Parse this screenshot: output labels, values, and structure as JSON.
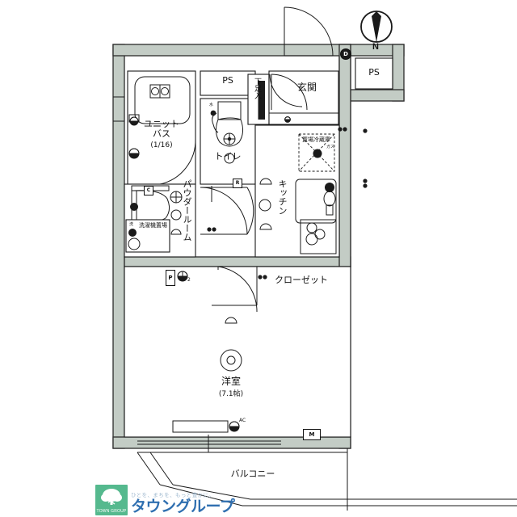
{
  "plan": {
    "compass": {
      "label": "N",
      "name": "north-compass"
    },
    "rooms": [
      {
        "id": "unit-bath",
        "label": "ユニット\nバス",
        "sub": "(1/16)"
      },
      {
        "id": "toilet",
        "label": "トイレ"
      },
      {
        "id": "ps-left",
        "label": "PS"
      },
      {
        "id": "ps-right",
        "label": "PS"
      },
      {
        "id": "shoe-cabinet",
        "label": "下足入"
      },
      {
        "id": "entrance",
        "label": "玄関"
      },
      {
        "id": "powder-room",
        "label": "パウダールーム"
      },
      {
        "id": "kitchen",
        "label": "キッチン"
      },
      {
        "id": "refrigerator-space",
        "label": "置場冷蔵庫"
      },
      {
        "id": "washer-space",
        "label": "洗濯機置場"
      },
      {
        "id": "closet",
        "label": "クローゼット"
      },
      {
        "id": "main-room",
        "label": "洋室",
        "sub": "(7.1帖)"
      },
      {
        "id": "balcony",
        "label": "バルコニー"
      }
    ],
    "markers": [
      {
        "id": "meter-box",
        "label": "M"
      },
      {
        "id": "panel-box",
        "label": "P"
      },
      {
        "id": "ac-outlet",
        "label": "AC"
      },
      {
        "id": "doorbell",
        "label": "D"
      },
      {
        "id": "switch-c",
        "label": "C"
      },
      {
        "id": "switch-r",
        "label": "R"
      },
      {
        "id": "outlet-2",
        "label": "2"
      },
      {
        "id": "gas-marker",
        "label": "ガス"
      },
      {
        "id": "water-marker",
        "label": "水"
      },
      {
        "id": "washer-mark",
        "label": "洗"
      }
    ],
    "colors": {
      "wall_fill": "#c3ccc5",
      "wall_stroke": "#2b2b2b",
      "line": "#1a1a1a",
      "room_fill": "#ffffff",
      "balcony_fill": "#ffffff"
    }
  },
  "branding": {
    "tagline": "ひとを、まちを、もっと豊かに。",
    "name": "タウングループ",
    "mark_text": "TOWN GROUP",
    "mark_color": "#55b98e",
    "name_color": "#2f6fb0"
  }
}
